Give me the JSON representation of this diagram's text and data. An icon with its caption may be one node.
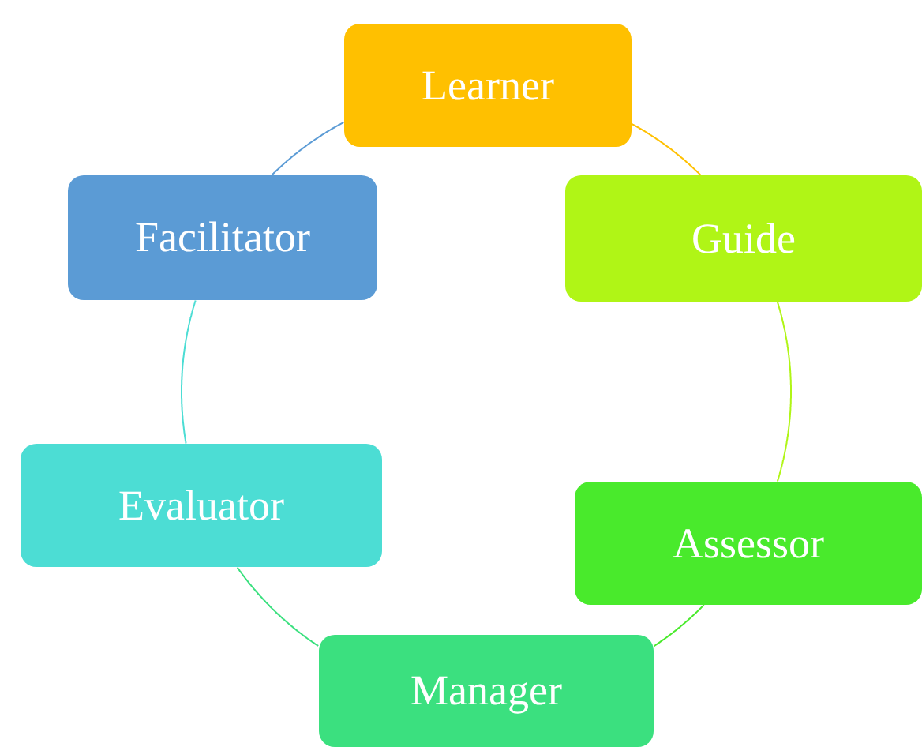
{
  "diagram": {
    "nodes": [
      {
        "text": [
          "Learner"
        ]
      },
      {
        "text": [
          "Guide"
        ]
      },
      {
        "text": [
          "Assessor"
        ]
      },
      {
        "text": [
          "Manager"
        ]
      },
      {
        "text": [
          "Evaluator"
        ]
      },
      {
        "text": [
          "Facilitator"
        ]
      }
    ],
    "edges": [
      {
        "from": 0,
        "to": 1,
        "arrow": "none",
        "color": "#ffc000"
      },
      {
        "from": 1,
        "to": 2,
        "arrow": "none",
        "color": "#b0f516"
      },
      {
        "from": 2,
        "to": 3,
        "arrow": "none",
        "color": "#49ea2c"
      },
      {
        "from": 3,
        "to": 4,
        "arrow": "none",
        "color": "#3be07f"
      },
      {
        "from": 4,
        "to": 5,
        "arrow": "none",
        "color": "#4cddd4"
      },
      {
        "from": 5,
        "to": 0,
        "arrow": "none",
        "color": "#5b9bd5"
      }
    ]
  }
}
